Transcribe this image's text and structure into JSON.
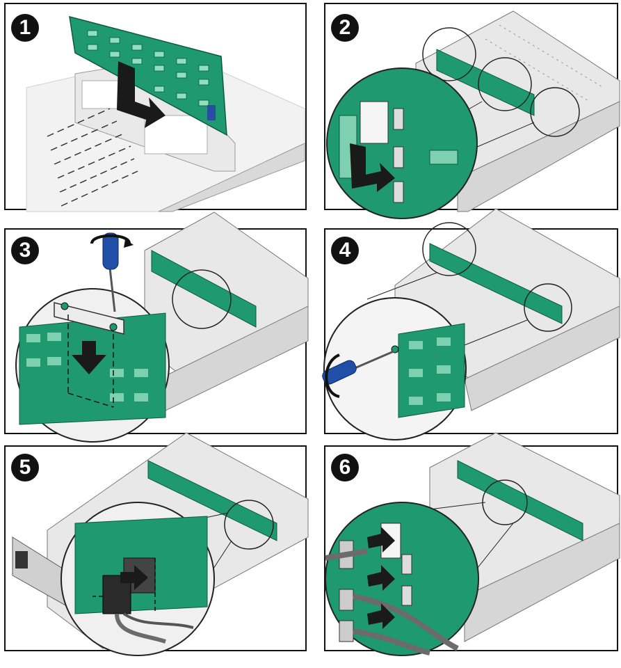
{
  "steps": [
    {
      "number": "1"
    },
    {
      "number": "2"
    },
    {
      "number": "3"
    },
    {
      "number": "4"
    },
    {
      "number": "5"
    },
    {
      "number": "6"
    }
  ],
  "colors": {
    "board_green": "#1f9a70",
    "board_light": "#7fd0b0",
    "chassis_gray": "#e6e6e6",
    "chassis_line": "#777777",
    "tool_blue": "#1f4fa6",
    "arrow_black": "#1a1a1a",
    "cable_gray": "#6b6b6b"
  },
  "icons": [
    "screwdriver-icon",
    "rotate-arrow-icon",
    "insert-arrow-icon",
    "zoom-circle-icon"
  ]
}
